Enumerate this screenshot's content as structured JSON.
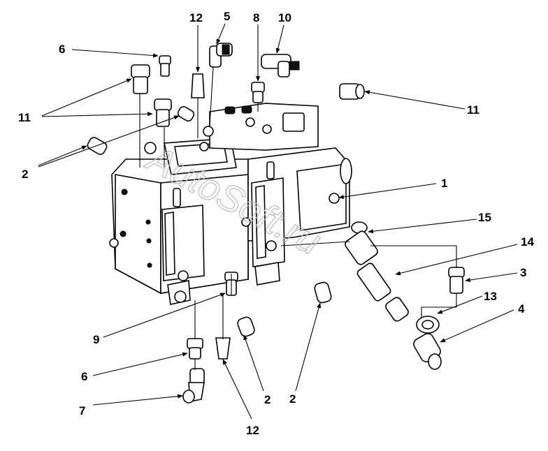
{
  "watermark": "AutoSoft.ru",
  "callouts": [
    {
      "id": "c1",
      "text": "1"
    },
    {
      "id": "c2a",
      "text": "2"
    },
    {
      "id": "c2b",
      "text": "2"
    },
    {
      "id": "c2c",
      "text": "2"
    },
    {
      "id": "c3",
      "text": "3"
    },
    {
      "id": "c4",
      "text": "4"
    },
    {
      "id": "c5",
      "text": "5"
    },
    {
      "id": "c6a",
      "text": "6"
    },
    {
      "id": "c6b",
      "text": "6"
    },
    {
      "id": "c7",
      "text": "7"
    },
    {
      "id": "c8",
      "text": "8"
    },
    {
      "id": "c9",
      "text": "9"
    },
    {
      "id": "c10",
      "text": "10"
    },
    {
      "id": "c11a",
      "text": "11"
    },
    {
      "id": "c11b",
      "text": "11"
    },
    {
      "id": "c12a",
      "text": "12"
    },
    {
      "id": "c12b",
      "text": "12"
    },
    {
      "id": "c13",
      "text": "13"
    },
    {
      "id": "c14",
      "text": "14"
    },
    {
      "id": "c15",
      "text": "15"
    }
  ]
}
